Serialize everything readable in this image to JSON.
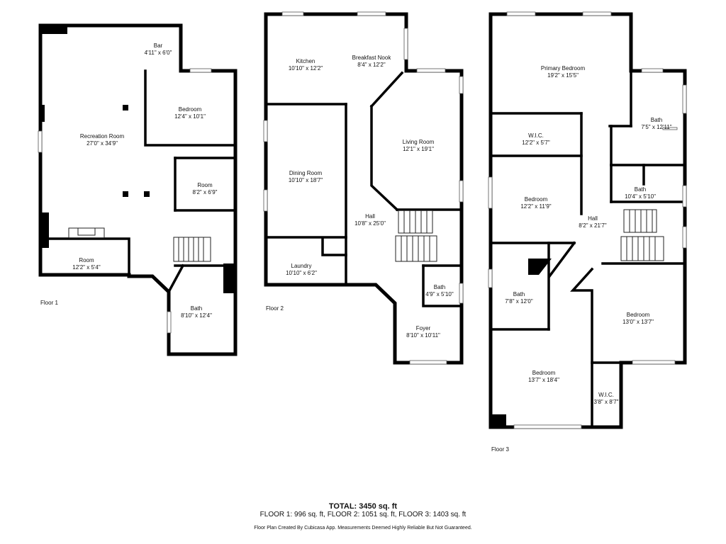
{
  "floors": [
    {
      "label": "Floor 1",
      "rooms": [
        {
          "name": "Bar",
          "dims": "4'11\" x 6'0\""
        },
        {
          "name": "Bedroom",
          "dims": "12'4\" x 10'1\""
        },
        {
          "name": "Recreation Room",
          "dims": "27'0\" x 34'9\""
        },
        {
          "name": "Room",
          "dims": "8'2\" x 6'9\""
        },
        {
          "name": "Room",
          "dims": "12'2\" x 5'4\""
        },
        {
          "name": "Bath",
          "dims": "8'10\" x 12'4\""
        }
      ]
    },
    {
      "label": "Floor 2",
      "rooms": [
        {
          "name": "Kitchen",
          "dims": "10'10\" x 12'2\""
        },
        {
          "name": "Breakfast Nook",
          "dims": "8'4\" x 12'2\""
        },
        {
          "name": "Living Room",
          "dims": "12'1\" x 19'1\""
        },
        {
          "name": "Dining Room",
          "dims": "10'10\" x 18'7\""
        },
        {
          "name": "Hall",
          "dims": "10'8\" x 25'0\""
        },
        {
          "name": "Laundry",
          "dims": "10'10\" x 6'2\""
        },
        {
          "name": "Bath",
          "dims": "4'9\" x 5'10\""
        },
        {
          "name": "Foyer",
          "dims": "8'10\" x 10'11\""
        }
      ]
    },
    {
      "label": "Floor 3",
      "rooms": [
        {
          "name": "Primary Bedroom",
          "dims": "19'2\" x 15'5\""
        },
        {
          "name": "Bath",
          "dims": "7'5\" x 12'11\""
        },
        {
          "name": "W.I.C.",
          "dims": "12'2\" x 5'7\""
        },
        {
          "name": "Bath",
          "dims": "10'4\" x 5'10\""
        },
        {
          "name": "Bedroom",
          "dims": "12'2\" x 11'9\""
        },
        {
          "name": "Hall",
          "dims": "8'2\" x 21'7\""
        },
        {
          "name": "Bath",
          "dims": "7'8\" x 12'0\""
        },
        {
          "name": "Bedroom",
          "dims": "13'0\" x 13'7\""
        },
        {
          "name": "Bedroom",
          "dims": "13'7\" x 18'4\""
        },
        {
          "name": "W.I.C.",
          "dims": "3'8\" x 8'7\""
        }
      ]
    }
  ],
  "summary": {
    "total": "TOTAL: 3450 sq. ft",
    "floors_line": "FLOOR 1: 996 sq. ft, FLOOR 2: 1051 sq. ft, FLOOR 3: 1403 sq. ft",
    "disclaimer": "Floor Plan Created By Cubicasa App. Measurements Deemed Highly Reliable But Not Guaranteed."
  }
}
